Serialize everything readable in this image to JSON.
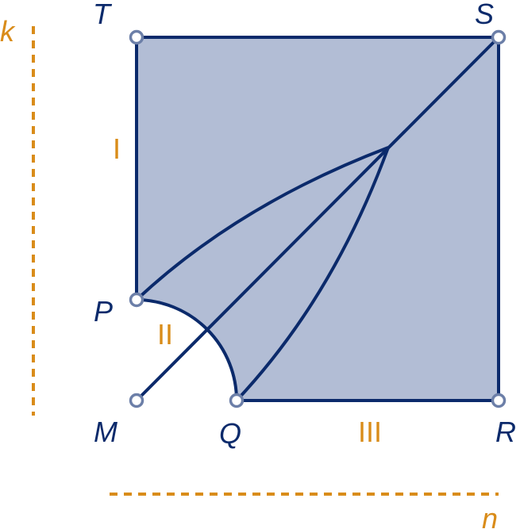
{
  "diagram": {
    "points": {
      "T": "T",
      "S": "S",
      "P": "P",
      "M": "M",
      "Q": "Q",
      "R": "R"
    },
    "segment_labels": {
      "one": "I",
      "two": "II",
      "three": "III"
    },
    "line_labels": {
      "k": "k",
      "n": "n"
    },
    "colors": {
      "fill": "#b2bdd5",
      "stroke": "#0b2a6b",
      "accent": "#d98c1a",
      "point_stroke": "#6c7fa8"
    }
  }
}
